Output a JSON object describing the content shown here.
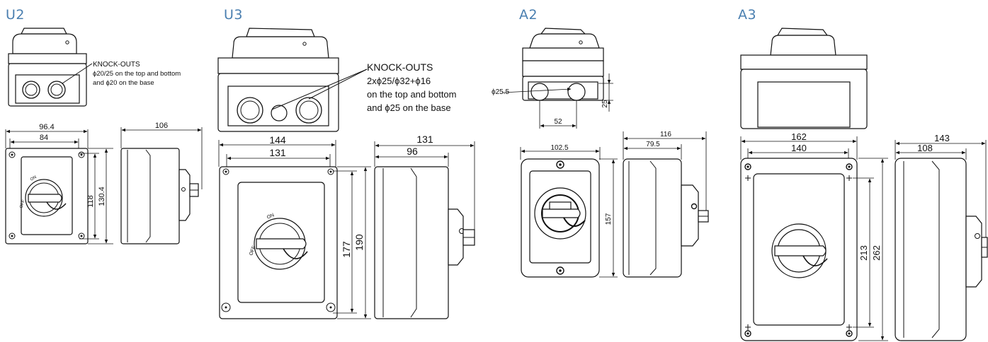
{
  "models": {
    "u2": {
      "title": "U2",
      "knockouts_heading": "KNOCK-OUTS",
      "knockouts_line1": "ϕ20/25 on the top and bottom",
      "knockouts_line2": "and ϕ20 on the base",
      "dim_overall_width": "96.4",
      "dim_inner_width": "84",
      "dim_height_inner": "118",
      "dim_height_overall": "130.4",
      "dim_depth": "106"
    },
    "u3": {
      "title": "U3",
      "knockouts_heading": "KNOCK-OUTS",
      "knockouts_line1": "2xϕ25/ϕ32+ϕ16",
      "knockouts_line2": "on the top and bottom",
      "knockouts_line3": "and ϕ25 on the base",
      "dim_overall_width": "144",
      "dim_inner_width": "131",
      "dim_height_inner": "177",
      "dim_height_overall": "190",
      "dim_depth_overall": "131",
      "dim_depth_inner": "96"
    },
    "a2": {
      "title": "A2",
      "dim_hole": "ϕ25.5",
      "dim_hole_spacing": "52",
      "dim_hole_height": "25",
      "dim_width": "102.5",
      "dim_height": "157",
      "dim_depth_overall": "116",
      "dim_depth_inner": "79.5"
    },
    "a3": {
      "title": "A3",
      "dim_overall_width": "162",
      "dim_inner_width": "140",
      "dim_height_inner": "213",
      "dim_height_overall": "262",
      "dim_depth_overall": "143",
      "dim_depth_inner": "108"
    }
  },
  "switch_labels": {
    "on": "ON",
    "off": "OFF"
  },
  "colors": {
    "title_blue": "#4a7fb0",
    "line": "#111111"
  }
}
